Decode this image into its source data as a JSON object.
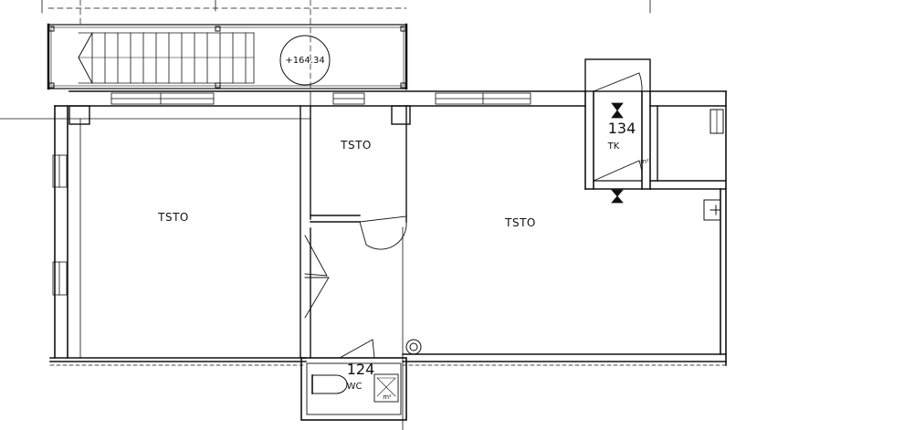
{
  "plan": {
    "elevation_marker": "+164.34",
    "rooms": {
      "left": {
        "name": "TSTO"
      },
      "middle": {
        "name": "TSTO"
      },
      "right": {
        "name": "TSTO"
      },
      "closet": {
        "number": "134",
        "name": "TK"
      },
      "wc": {
        "number": "124",
        "name": "WC"
      }
    },
    "closet_area_mark": "m²",
    "wc_area_mark": "m²"
  },
  "colors": {
    "line": "#111111",
    "background": "#ffffff"
  }
}
